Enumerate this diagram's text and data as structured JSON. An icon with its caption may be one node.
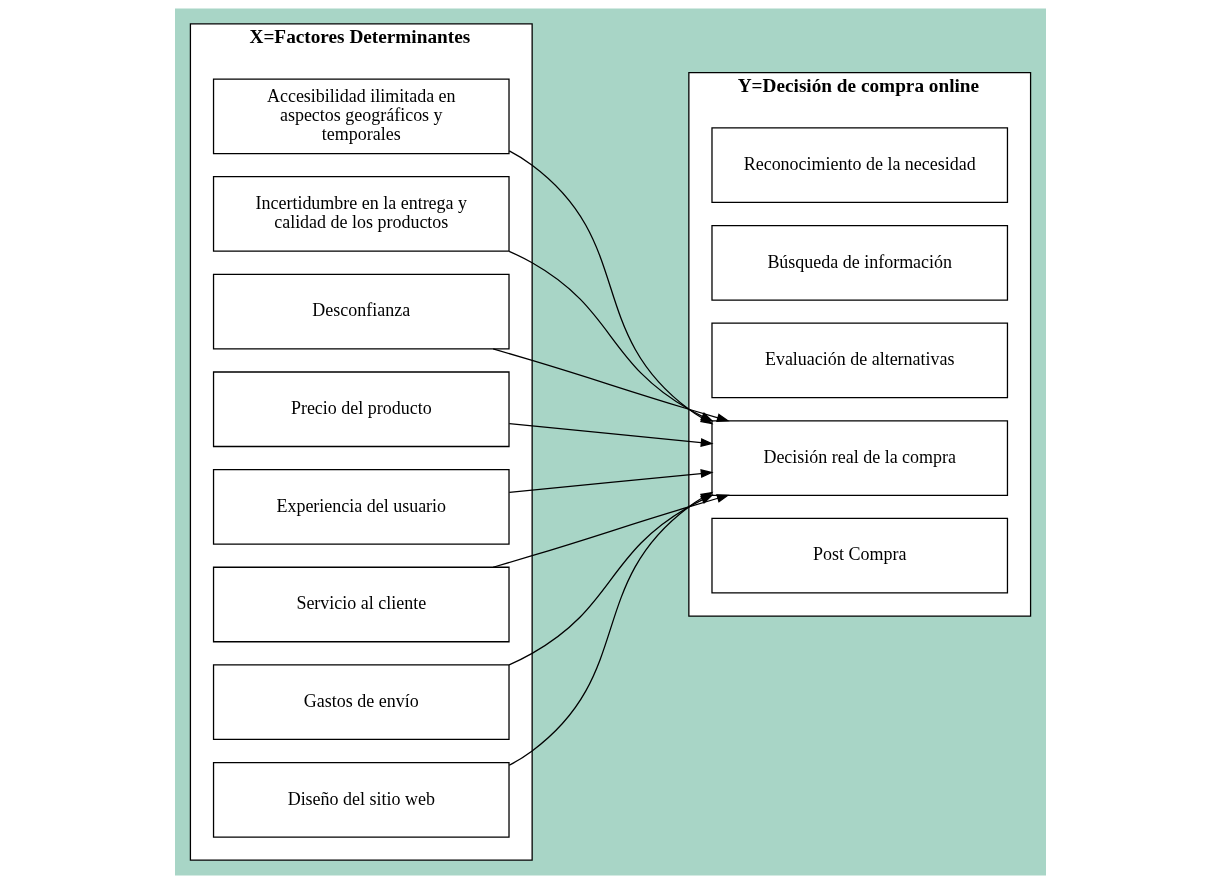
{
  "diagram": {
    "nodes": [
      {
        "text": [
          "X=Factores Determinantes"
        ]
      },
      {
        "text": [
          "Accesibilidad ilimitada en aspectos geográficos y temporales"
        ],
        "in": 0
      },
      {
        "text": [
          "Incertidumbre en la entrega y calidad de los productos"
        ],
        "in": 0
      },
      {
        "text": [
          "Desconfianza"
        ],
        "in": 0
      },
      {
        "text": [
          "Precio del producto"
        ],
        "in": 0
      },
      {
        "text": [
          "Experiencia del usuario"
        ],
        "in": 0
      },
      {
        "text": [
          "Servicio al cliente"
        ],
        "in": 0
      },
      {
        "text": [
          "Gastos de envío"
        ],
        "in": 0
      },
      {
        "text": [
          "Diseño del sitio web"
        ],
        "in": 0
      },
      {
        "text": [
          "Y=Decisión de compra online"
        ]
      },
      {
        "text": [
          "Reconocimiento de la necesidad"
        ],
        "in": 9
      },
      {
        "text": [
          "Búsqueda de información"
        ],
        "in": 9
      },
      {
        "text": [
          "Evaluación de alternativas"
        ],
        "in": 9
      },
      {
        "text": [
          "Decisión real de la compra"
        ],
        "in": 9
      },
      {
        "text": [
          "Post Compra"
        ],
        "in": 9
      }
    ],
    "edges": [
      {
        "from": 1,
        "to": 13,
        "arrow": "to"
      },
      {
        "from": 2,
        "to": 13,
        "arrow": "to"
      },
      {
        "from": 3,
        "to": 13,
        "arrow": "to"
      },
      {
        "from": 4,
        "to": 13,
        "arrow": "to"
      },
      {
        "from": 5,
        "to": 13,
        "arrow": "to"
      },
      {
        "from": 6,
        "to": 13,
        "arrow": "to"
      },
      {
        "from": 7,
        "to": 13,
        "arrow": "to"
      },
      {
        "from": 8,
        "to": 13,
        "arrow": "to"
      }
    ]
  }
}
